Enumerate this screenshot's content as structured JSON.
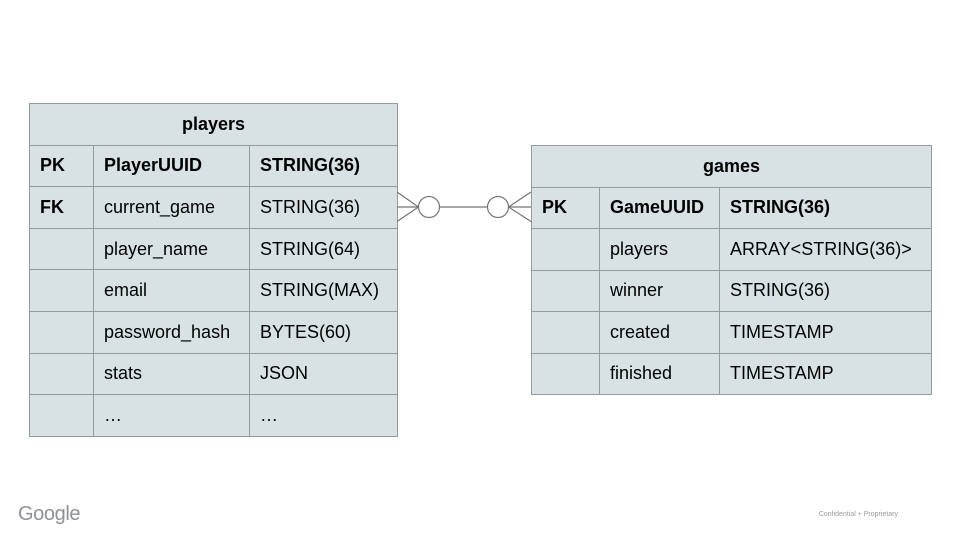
{
  "colors": {
    "cell_fill": "#d8e2e5",
    "cell_border": "#949b9c",
    "connector": "#757575",
    "footer_logo": "#8e9196",
    "footer_note": "#9b9b9b"
  },
  "players_table": {
    "title": "players",
    "rows": [
      {
        "key": "PK",
        "field": "PlayerUUID",
        "type": "STRING(36)",
        "emphasis": "all"
      },
      {
        "key": "FK",
        "field": "current_game",
        "type": "STRING(36)",
        "emphasis": "key"
      },
      {
        "key": "",
        "field": "player_name",
        "type": "STRING(64)",
        "emphasis": "none"
      },
      {
        "key": "",
        "field": "email",
        "type": "STRING(MAX)",
        "emphasis": "none"
      },
      {
        "key": "",
        "field": "password_hash",
        "type": "BYTES(60)",
        "emphasis": "none"
      },
      {
        "key": "",
        "field": "stats",
        "type": "JSON",
        "emphasis": "none"
      },
      {
        "key": "",
        "field": "…",
        "type": "…",
        "emphasis": "none"
      }
    ]
  },
  "games_table": {
    "title": "games",
    "rows": [
      {
        "key": "PK",
        "field": "GameUUID",
        "type": "STRING(36)",
        "emphasis": "all"
      },
      {
        "key": "",
        "field": "players",
        "type": "ARRAY<STRING(36)>",
        "emphasis": "none"
      },
      {
        "key": "",
        "field": "winner",
        "type": "STRING(36)",
        "emphasis": "none"
      },
      {
        "key": "",
        "field": "created",
        "type": "TIMESTAMP",
        "emphasis": "none"
      },
      {
        "key": "",
        "field": "finished",
        "type": "TIMESTAMP",
        "emphasis": "none"
      }
    ]
  },
  "relationship": {
    "left_end": "zero-or-many",
    "right_end": "zero-or-many"
  },
  "footer": {
    "logo": "Google",
    "note": "Confidential + Proprietary"
  }
}
